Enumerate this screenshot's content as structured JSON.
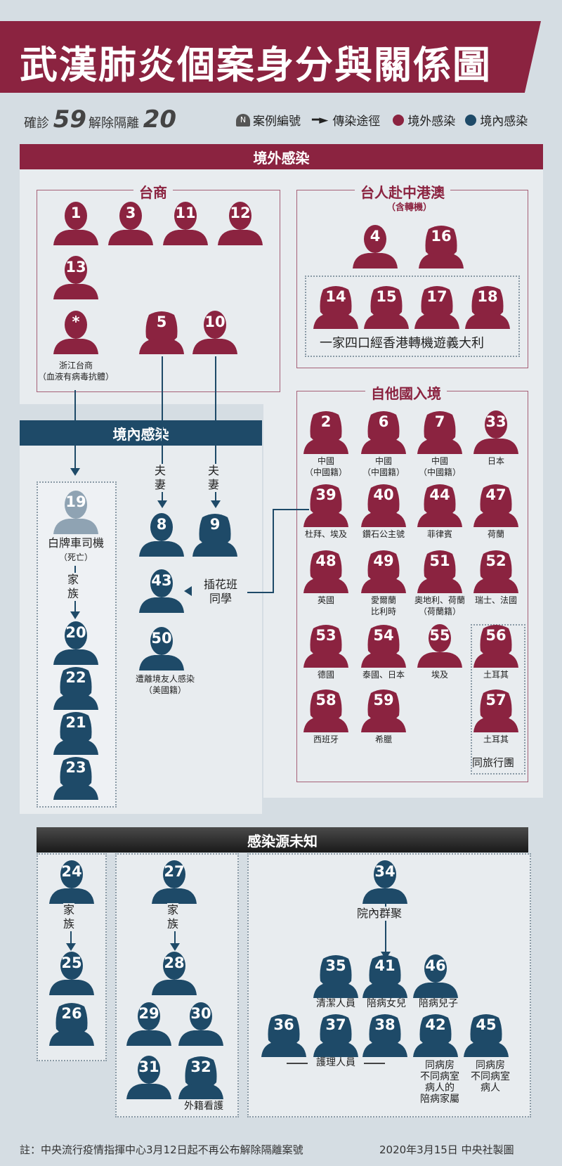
{
  "title": "武漢肺炎個案身分與關係圖",
  "stats": {
    "confirmed_label": "確診",
    "confirmed": "59",
    "released_label": "解除隔離",
    "released": "20"
  },
  "legend": {
    "case_no": "案例編號",
    "path": "傳染途徑",
    "imported": "境外感染",
    "local": "境內感染",
    "n": "N"
  },
  "colors": {
    "imported": "#8b2340",
    "local": "#1e4a68",
    "unknown_head": "#2b2b2b",
    "deceased": "#8fa3b3"
  },
  "sections": {
    "imported": "境外感染",
    "local": "境內感染",
    "unknown": "感染源未知"
  },
  "groups": {
    "taishang": "台商",
    "zhejiang": "浙江台商\n（血液有病毒抗體）",
    "star": "*",
    "china_trip": "台人赴中港澳",
    "china_trip_sub": "（含轉機）",
    "family_italy": "一家四口經香港轉機遊義大利",
    "other_countries": "自他國入境",
    "tour_group": "同旅行團"
  },
  "taishang_cases": [
    "1",
    "3",
    "11",
    "12",
    "13",
    "5",
    "10"
  ],
  "china_cases": [
    "4",
    "16",
    "14",
    "15",
    "17",
    "18"
  ],
  "other_cases": [
    {
      "n": "2",
      "c": "中國\n（中國籍）"
    },
    {
      "n": "6",
      "c": "中國\n（中國籍）"
    },
    {
      "n": "7",
      "c": "中國\n（中國籍）"
    },
    {
      "n": "33",
      "c": "日本"
    },
    {
      "n": "39",
      "c": "杜拜、埃及"
    },
    {
      "n": "40",
      "c": "鑽石公主號"
    },
    {
      "n": "44",
      "c": "菲律賓"
    },
    {
      "n": "47",
      "c": "荷蘭"
    },
    {
      "n": "48",
      "c": "英國"
    },
    {
      "n": "49",
      "c": "愛爾蘭\n比利時"
    },
    {
      "n": "51",
      "c": "奧地利、荷蘭\n（荷蘭籍）"
    },
    {
      "n": "52",
      "c": "瑞士、法國"
    },
    {
      "n": "53",
      "c": "德國"
    },
    {
      "n": "54",
      "c": "泰國、日本"
    },
    {
      "n": "55",
      "c": "埃及"
    },
    {
      "n": "56",
      "c": "土耳其"
    },
    {
      "n": "58",
      "c": "西班牙"
    },
    {
      "n": "59",
      "c": "希臘"
    },
    {
      "n": "57",
      "c": "土耳其"
    }
  ],
  "local": {
    "couple": "夫\n妻",
    "c8": "8",
    "c9": "9",
    "c43": "43",
    "c50": "50",
    "flower_class": "插花班\n同學",
    "c50_note": "遭離境友人感染\n（美國籍）",
    "c19": "19",
    "driver": "白牌車司機",
    "deceased": "（死亡）",
    "family": "家\n族",
    "c20": "20",
    "c22": "22",
    "c21": "21",
    "c23": "23"
  },
  "unknown": {
    "c24": "24",
    "c25": "25",
    "c26": "26",
    "family": "家\n族",
    "c27": "27",
    "c28": "28",
    "c29": "29",
    "c30": "30",
    "c31": "31",
    "c32": "32",
    "foreign_carer": "外籍看護",
    "c34": "34",
    "cluster": "院內群聚",
    "c35": "35",
    "c41": "41",
    "c46": "46",
    "cleaner": "清潔人員",
    "daughter": "陪病女兒",
    "son": "陪病兒子",
    "c36": "36",
    "c37": "37",
    "c38": "38",
    "c42": "42",
    "c45": "45",
    "nurse": "護理人員",
    "note42": "同病房\n不同病室\n病人的\n陪病家屬",
    "note45": "同病房\n不同病室\n病人"
  },
  "footer": {
    "note": "註：中央流行疫情指揮中心3月12日起不再公布解除隔離案號",
    "credit": "2020年3月15日  中央社製圖"
  }
}
